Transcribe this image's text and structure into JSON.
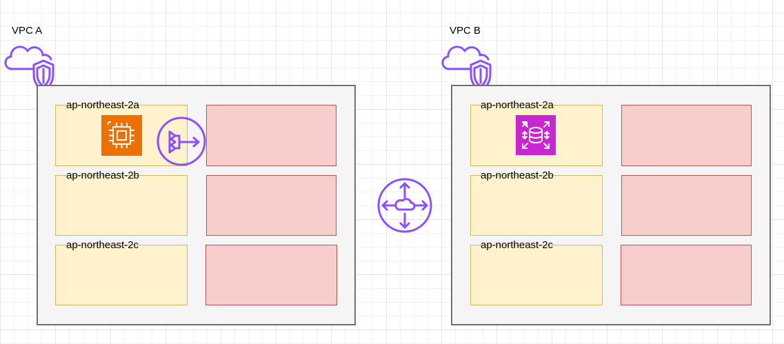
{
  "vpcs": [
    {
      "label": "VPC A",
      "icon": "vpc-cloud-shield-icon",
      "azs": [
        "ap-northeast-2a",
        "ap-northeast-2b",
        "ap-northeast-2c"
      ],
      "services": [
        "ec2-instance-icon",
        "nat-gateway-icon"
      ]
    },
    {
      "label": "VPC B",
      "icon": "vpc-cloud-shield-icon",
      "azs": [
        "ap-northeast-2a",
        "ap-northeast-2b",
        "ap-northeast-2c"
      ],
      "services": [
        "rds-database-icon"
      ]
    }
  ],
  "connector": {
    "icon": "transit-gateway-icon"
  },
  "colors": {
    "vpc_fill": "#f5f5f5",
    "vpc_border": "#707070",
    "az_fill": "#fff2cc",
    "az_border": "#d6b656",
    "subnet_fill": "#f8cecc",
    "subnet_border": "#b85450",
    "vpc_icon": "#8c4fff",
    "ec2": "#ed7100",
    "rds": "#c925d1"
  }
}
